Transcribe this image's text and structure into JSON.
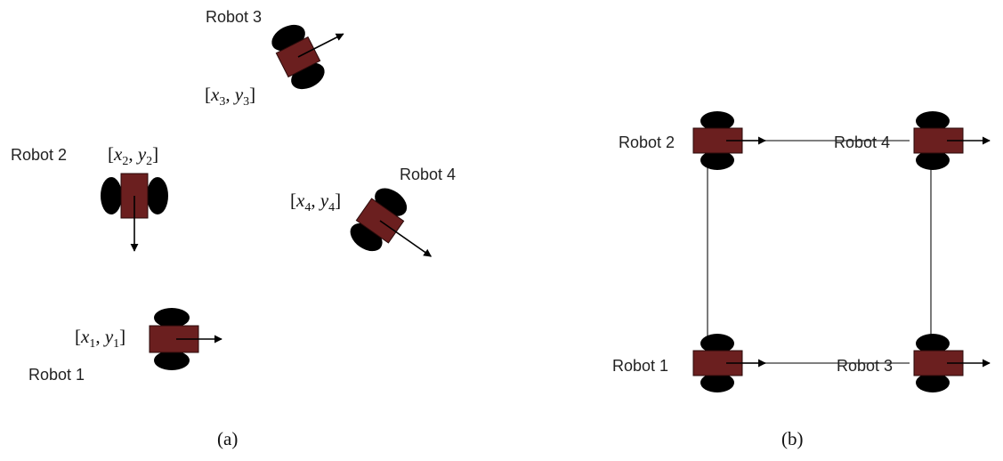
{
  "colors": {
    "robot_body": "#6b1f1f",
    "wheel": "#000000",
    "link_line": "#333333",
    "arrow": "#000000"
  },
  "icons": [
    "robot-icon",
    "wheel-icon",
    "heading-arrow-icon"
  ],
  "panel_a": {
    "caption": "(a)",
    "robots": [
      {
        "label": "Robot 1",
        "coord_base": [
          "x",
          "y"
        ],
        "coord_sub": [
          "1",
          "1"
        ]
      },
      {
        "label": "Robot 2",
        "coord_base": [
          "x",
          "y"
        ],
        "coord_sub": [
          "2",
          "2"
        ]
      },
      {
        "label": "Robot 3",
        "coord_base": [
          "x",
          "y"
        ],
        "coord_sub": [
          "3",
          "3"
        ]
      },
      {
        "label": "Robot 4",
        "coord_base": [
          "x",
          "y"
        ],
        "coord_sub": [
          "4",
          "4"
        ]
      }
    ]
  },
  "panel_b": {
    "caption": "(b)",
    "robots": [
      {
        "label": "Robot 1"
      },
      {
        "label": "Robot 2"
      },
      {
        "label": "Robot 3"
      },
      {
        "label": "Robot 4"
      }
    ]
  }
}
